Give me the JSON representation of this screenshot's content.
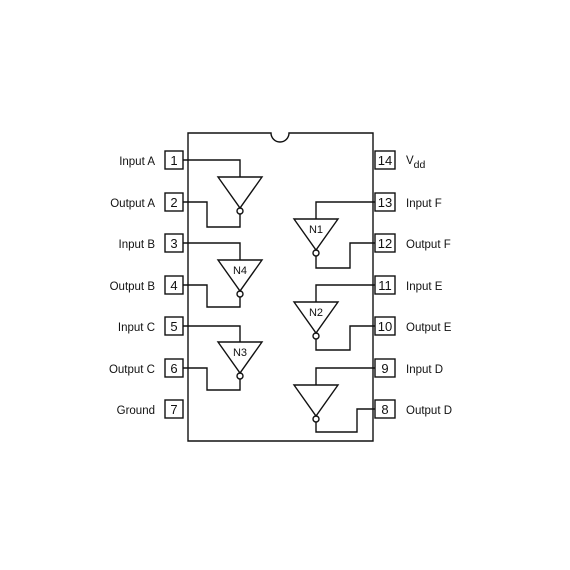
{
  "chip": {
    "pins": [
      {
        "num": "1",
        "label": "Input A"
      },
      {
        "num": "2",
        "label": "Output A"
      },
      {
        "num": "3",
        "label": "Input B"
      },
      {
        "num": "4",
        "label": "Output B"
      },
      {
        "num": "5",
        "label": "Input C"
      },
      {
        "num": "6",
        "label": "Output C"
      },
      {
        "num": "7",
        "label": "Ground"
      },
      {
        "num": "8",
        "label": "Output D"
      },
      {
        "num": "9",
        "label": "Input D"
      },
      {
        "num": "10",
        "label": "Output E"
      },
      {
        "num": "11",
        "label": "Input E"
      },
      {
        "num": "12",
        "label": "Output F"
      },
      {
        "num": "13",
        "label": "Input F"
      },
      {
        "num": "14",
        "label": "V",
        "label_sub": "dd"
      }
    ],
    "gates": [
      {
        "id": "A",
        "label": ""
      },
      {
        "id": "B",
        "label": "N4"
      },
      {
        "id": "C",
        "label": "N3"
      },
      {
        "id": "F",
        "label": "N1"
      },
      {
        "id": "E",
        "label": "N2"
      },
      {
        "id": "D",
        "label": ""
      }
    ]
  }
}
